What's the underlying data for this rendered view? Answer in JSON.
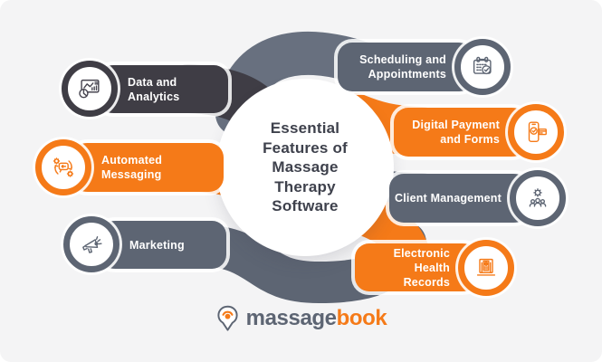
{
  "center": {
    "title": "Essential\nFeatures of\nMassage\nTherapy\nSoftware"
  },
  "features": [
    {
      "id": "data-analytics",
      "label": "Data and\nAnalytics",
      "color": "#3f3d45",
      "icon": "analytics-chart-icon",
      "side": "left"
    },
    {
      "id": "automated-messaging",
      "label": "Automated\nMessaging",
      "color": "#f57a18",
      "icon": "chat-gears-icon",
      "side": "left"
    },
    {
      "id": "marketing",
      "label": "Marketing",
      "color": "#5d6573",
      "icon": "megaphone-icon",
      "side": "left"
    },
    {
      "id": "scheduling",
      "label": "Scheduling and\nAppointments",
      "color": "#5d6573",
      "icon": "calendar-check-icon",
      "side": "right"
    },
    {
      "id": "digital-payment",
      "label": "Digital Payment\nand Forms",
      "color": "#f57a18",
      "icon": "phone-payment-icon",
      "side": "right"
    },
    {
      "id": "client-management",
      "label": "Client Management",
      "color": "#5d6573",
      "icon": "people-gear-icon",
      "side": "right"
    },
    {
      "id": "ehr",
      "label": "Electronic Health\nRecords",
      "color": "#f57a18",
      "icon": "health-records-icon",
      "side": "right"
    }
  ],
  "logo": {
    "word_gray": "massage",
    "word_orange": "book"
  },
  "colors": {
    "orange": "#f57a18",
    "dark_charcoal": "#3f3d45",
    "slate": "#5d6573",
    "slate_light": "#68707f",
    "background": "#f4f4f5",
    "title_text": "#3e414c"
  }
}
